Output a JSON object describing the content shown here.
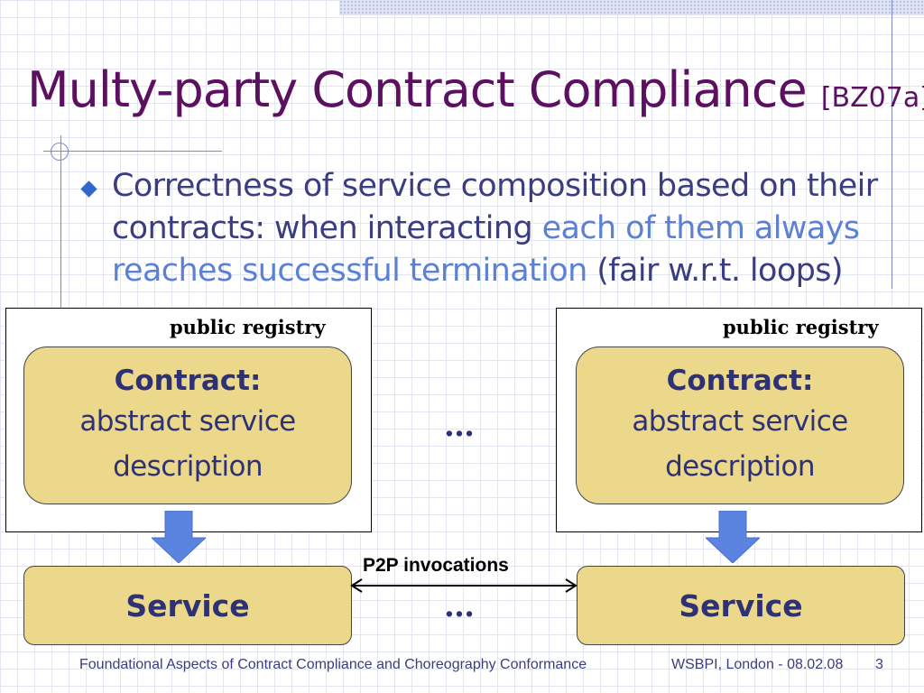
{
  "slide": {
    "title": "Multy-party Contract Compliance",
    "citation": "[BZ07a]",
    "bullet": {
      "part1": "Correctness of service composition based on their contracts: when interacting ",
      "highlight": "each of them always reaches successful termination",
      "part2": " (fair w.r.t. loops)"
    },
    "diagram": {
      "left": {
        "registry_label": "public registry",
        "contract_head": "Contract:",
        "contract_line1": "abstract service",
        "contract_line2": "description",
        "service_label": "Service"
      },
      "right": {
        "registry_label": "public registry",
        "contract_head": "Contract:",
        "contract_line1": "abstract service",
        "contract_line2": "description",
        "service_label": "Service"
      },
      "ellipsis_top": "…",
      "ellipsis_bottom": "…",
      "p2p_label": "P2P invocations"
    },
    "footer": {
      "left": "Foundational Aspects of Contract Compliance and Choreography Conformance",
      "center": "WSBPI, London - 08.02.08",
      "page_number": "3"
    }
  },
  "colors": {
    "title": "#5c1060",
    "body_text": "#3a3d80",
    "highlight": "#5b80d6",
    "box_fill": "#ecd88a",
    "arrow": "#5b84e0"
  },
  "icons": {
    "bullet": "diamond-bullet-icon",
    "down_arrow": "down-arrow-icon",
    "double_arrow": "double-arrow-icon"
  }
}
